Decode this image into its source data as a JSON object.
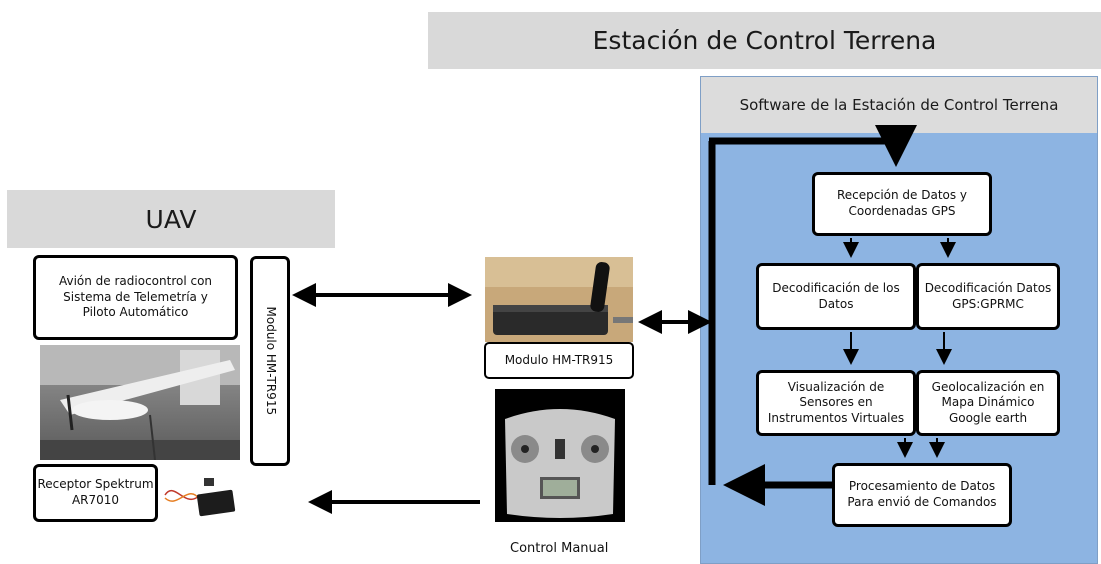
{
  "ground_station_title": "Estación de Control Terrena",
  "uav_title": "UAV",
  "software_title": "Software de la Estación de Control Terrena",
  "uav": {
    "aircraft_box": "Avión de radiocontrol con Sistema de Telemetría y Piloto Automático",
    "module_vertical": "Modulo HM-TR915",
    "receiver_box": "Receptor Spektrum AR7010"
  },
  "ground": {
    "module_label": "Modulo HM-TR915",
    "control_label": "Control Manual"
  },
  "software_steps": {
    "reception": "Recepción de Datos y Coordenadas GPS",
    "decode_data": "Decodificación de los Datos",
    "decode_gps": "Decodificación Datos GPS:GPRMC",
    "visualization": "Visualización de Sensores en Instrumentos Virtuales",
    "geolocation": "Geolocalización en Mapa Dinámico Google earth",
    "processing": "Procesamiento de Datos Para envió de Comandos"
  },
  "colors": {
    "software_panel": "#8db4e2",
    "banner": "#d9d9d9"
  }
}
